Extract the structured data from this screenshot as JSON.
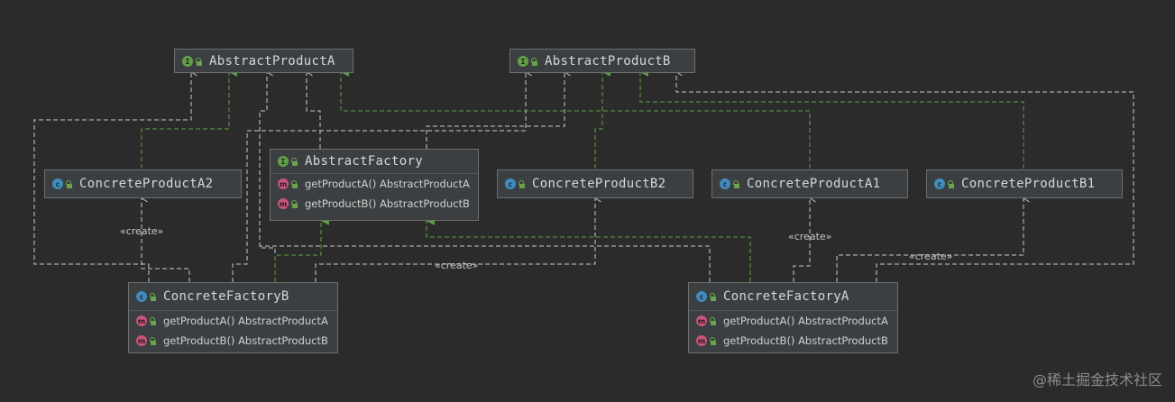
{
  "nodes": {
    "abstract_product_a": {
      "name": "AbstractProductA",
      "kind": "interface"
    },
    "abstract_product_b": {
      "name": "AbstractProductB",
      "kind": "interface"
    },
    "abstract_factory": {
      "name": "AbstractFactory",
      "kind": "interface",
      "methods": [
        "getProductA() AbstractProductA",
        "getProductB() AbstractProductB"
      ]
    },
    "concrete_product_a2": {
      "name": "ConcreteProductA2",
      "kind": "class"
    },
    "concrete_product_b2": {
      "name": "ConcreteProductB2",
      "kind": "class"
    },
    "concrete_product_a1": {
      "name": "ConcreteProductA1",
      "kind": "class"
    },
    "concrete_product_b1": {
      "name": "ConcreteProductB1",
      "kind": "class"
    },
    "concrete_factory_b": {
      "name": "ConcreteFactoryB",
      "kind": "class",
      "methods": [
        "getProductA() AbstractProductA",
        "getProductB() AbstractProductB"
      ]
    },
    "concrete_factory_a": {
      "name": "ConcreteFactoryA",
      "kind": "class",
      "methods": [
        "getProductA() AbstractProductA",
        "getProductB() AbstractProductB"
      ]
    }
  },
  "badges": {
    "interface": "I",
    "class": "c",
    "method": "m"
  },
  "edge_labels": {
    "create_1": "«create»",
    "create_2": "«create»",
    "create_3": "«create»",
    "create_4": "«create»"
  },
  "watermark": "@稀土掘金技术社区",
  "colors": {
    "background": "#2b2b2b",
    "node_fill": "#3c3f41",
    "dependency_line": "#c8c8c8",
    "realization_line": "#5fa045",
    "interface_badge": "#62a048",
    "class_badge": "#3f8dbd",
    "method_badge": "#c7547a"
  }
}
